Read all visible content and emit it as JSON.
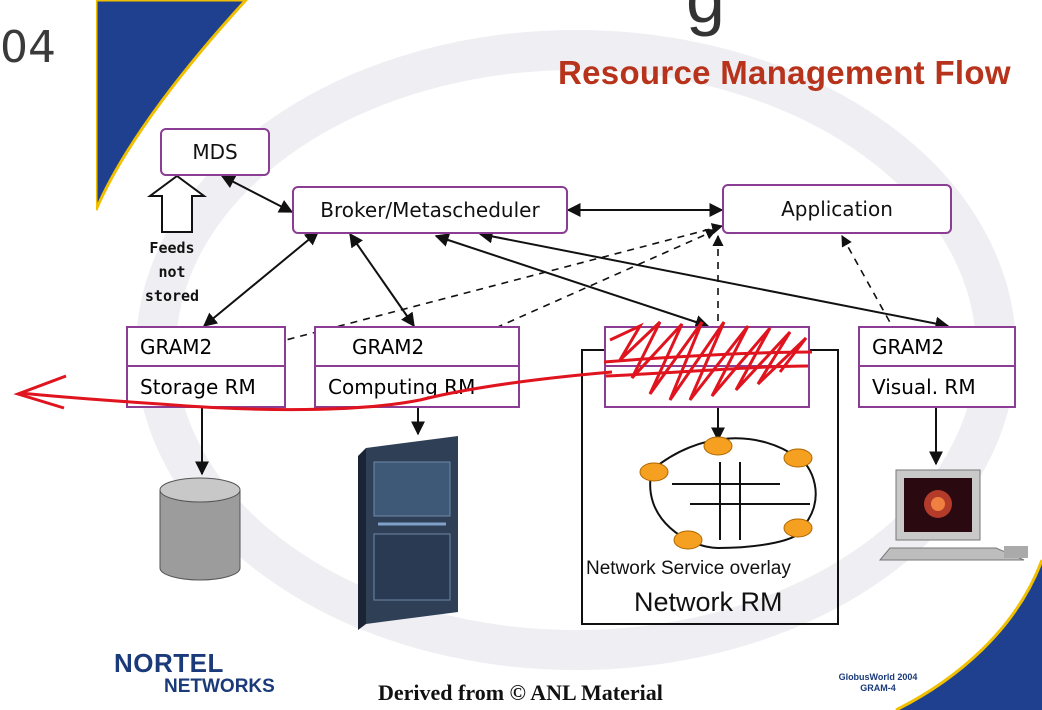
{
  "slide": {
    "left_number": "04",
    "top_fragment": "g",
    "title": "Resource Management Flow",
    "nodes": {
      "mds": "MDS",
      "broker": "Broker/Metascheduler",
      "application": "Application",
      "feeds_label": "Feeds not stored",
      "gram": "GRAM2",
      "storage_rm": "Storage RM",
      "computing_rm": "Computing RM",
      "visual_rm": "Visual. RM",
      "network_overlay": "Network  Service overlay",
      "network_rm": "Network RM"
    },
    "footer": {
      "logo_name": "NORTEL",
      "logo_sub": "NETWORKS",
      "credit": "Derived from © ANL Material",
      "event_line1": "GlobusWorld 2004",
      "event_line2": "GRAM-4"
    },
    "colors": {
      "title": "#b7331c",
      "box_border": "#8a3d92",
      "annotation": "#e0141e",
      "swoosh_blue": "#1f3f8f",
      "node_orange": "#f5a020"
    }
  }
}
